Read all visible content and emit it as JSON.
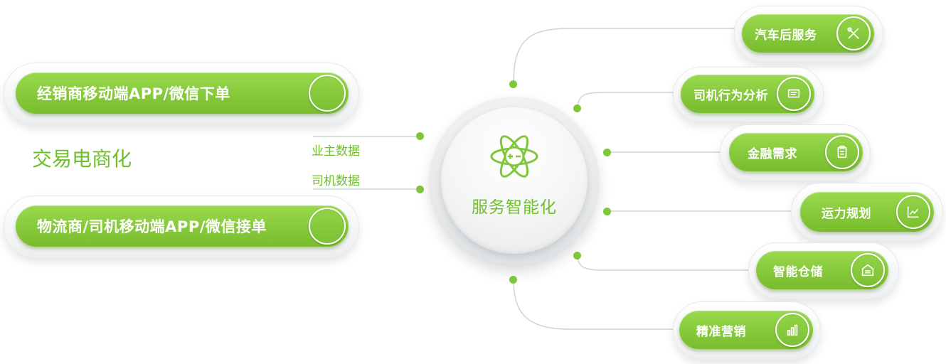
{
  "hub": {
    "title": "服务智能化",
    "icon": "atom-icon"
  },
  "left": {
    "pill_top": "经销商移动端APP/微信下单",
    "pill_bottom": "物流商/司机移动端APP/微信接单",
    "heading": "交易电商化",
    "label_owner": "业主数据",
    "label_driver": "司机数据"
  },
  "right": {
    "items": [
      {
        "label": "汽车后服务",
        "icon": "wrench-screwdriver-icon"
      },
      {
        "label": "司机行为分析",
        "icon": "monitor-icon"
      },
      {
        "label": "金融需求",
        "icon": "clipboard-icon"
      },
      {
        "label": "运力规划",
        "icon": "ruler-chart-icon"
      },
      {
        "label": "智能仓储",
        "icon": "warehouse-icon"
      },
      {
        "label": "精准营销",
        "icon": "bar-chart-icon"
      }
    ]
  },
  "colors": {
    "green": "#86c93b",
    "text_green": "#6fbf2a",
    "line_gray": "#cfd3d6"
  }
}
